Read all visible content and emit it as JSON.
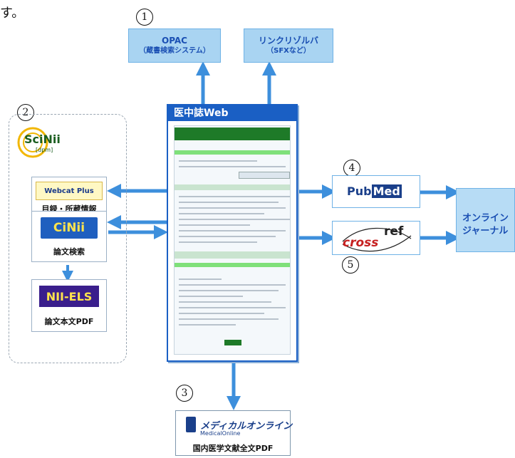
{
  "intro_char": "す。",
  "markers": {
    "m1": "1",
    "m2": "2",
    "m3": "3",
    "m4": "4",
    "m5": "5"
  },
  "top_boxes": {
    "opac": {
      "line1": "OPAC",
      "line2": "（蔵書検索システム）"
    },
    "linkresolver": {
      "line1": "リンクリゾルバ",
      "line2": "（SFXなど）"
    }
  },
  "left_panel": {
    "scinii_logo": "SciNii",
    "scinii_sub": "[dpm]",
    "webcat_logo": "Webcat Plus",
    "webcat_caption": "目録・所蔵情報",
    "cinii_logo": "CiNii",
    "cinii_caption": "論文検索",
    "nii_els_logo": "NII-ELS",
    "nii_els_caption": "論文本文PDF"
  },
  "center": {
    "title": "医中誌Web"
  },
  "right": {
    "pubmed_logo_a": "Pub",
    "pubmed_logo_b": "Med",
    "crossref_logo_a": "cross",
    "crossref_logo_b": "ref",
    "online_journal_line1": "オンライン",
    "online_journal_line2": "ジャーナル"
  },
  "bottom": {
    "medical_online_logo": "メディカルオンライン",
    "medical_online_sub": "MedicalOnline",
    "caption": "国内医学文献全文PDF"
  },
  "colors": {
    "arrow": "#3d8fdc",
    "box": "#a9d4f2",
    "title_bar": "#1a5fc4",
    "green": "#1e7a28"
  }
}
